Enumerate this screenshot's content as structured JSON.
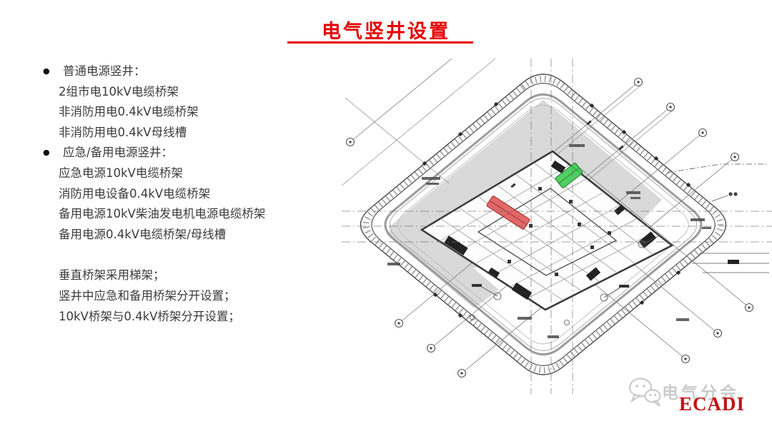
{
  "slide_title": {
    "text": "电气竖井设置",
    "color": "#e50000"
  },
  "left_panel": {
    "lines": [
      "普通电源竖井：",
      "2组市电10kV电缆桥架",
      "非消防用电0.4kV电缆桥架",
      "非消防用电0.4kV母线槽",
      "应急/备用电源竖井：",
      "应急电源10kV电缆桥架",
      "消防用电设备0.4kV电缆桥架",
      "备用电源10kV柴油发电机电源电缆桥架",
      "备用电源0.4kV电缆桥架/母线槽",
      "垂直桥架采用梯架；",
      "竖井中应急和备用桥架分开设置；",
      "10kV桥架与0.4kV桥架分开设置；"
    ]
  },
  "drawing": {
    "shade_color": "#d9d9d9",
    "line_color": "#5a5a5a",
    "highlight_colors": {
      "red": "#e05a5a",
      "green": "#3ecb52"
    }
  },
  "footer": {
    "watermark_text": "电气分会",
    "logo_text": "ECADI",
    "logo_color": "#c41212"
  }
}
